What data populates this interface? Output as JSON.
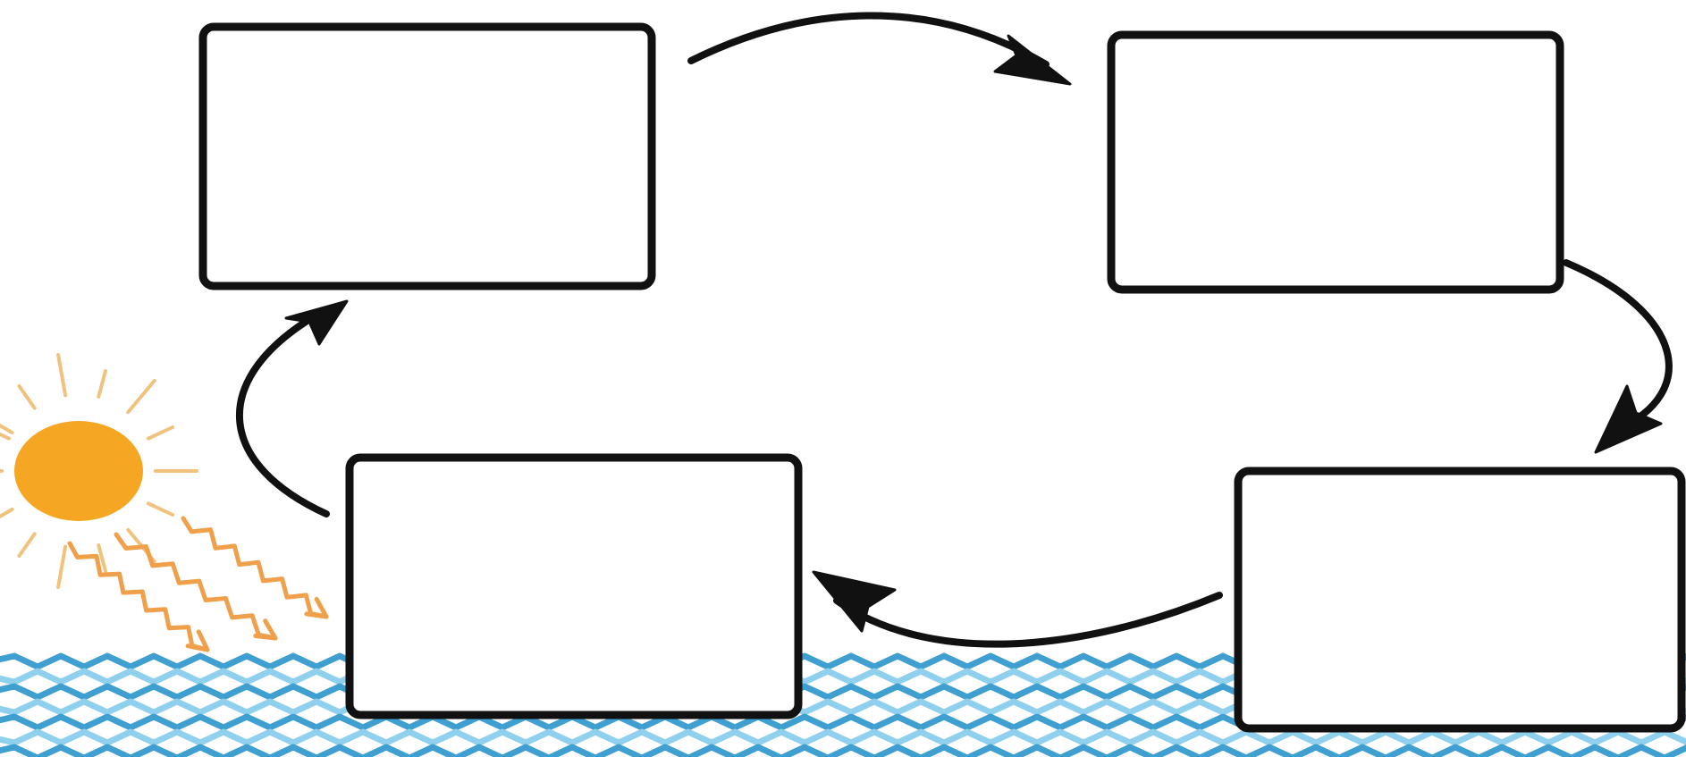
{
  "diagram": {
    "type": "cycle",
    "boxes": [
      {
        "id": "top-left",
        "label": ""
      },
      {
        "id": "top-right",
        "label": ""
      },
      {
        "id": "bottom-right",
        "label": ""
      },
      {
        "id": "bottom-left",
        "label": ""
      }
    ],
    "flow": [
      "top-left",
      "top-right",
      "bottom-right",
      "bottom-left",
      "top-left"
    ]
  },
  "colors": {
    "box_border": "#111111",
    "arrow": "#111111",
    "sun": "#f5a623",
    "sun_ray": "#f1c27d",
    "heat_ray": "#f0a04b",
    "water_dark": "#3f9fd0",
    "water_light": "#8ed0ee"
  },
  "icons": {
    "sun": "sun-icon",
    "water": "water-waves-icon"
  }
}
